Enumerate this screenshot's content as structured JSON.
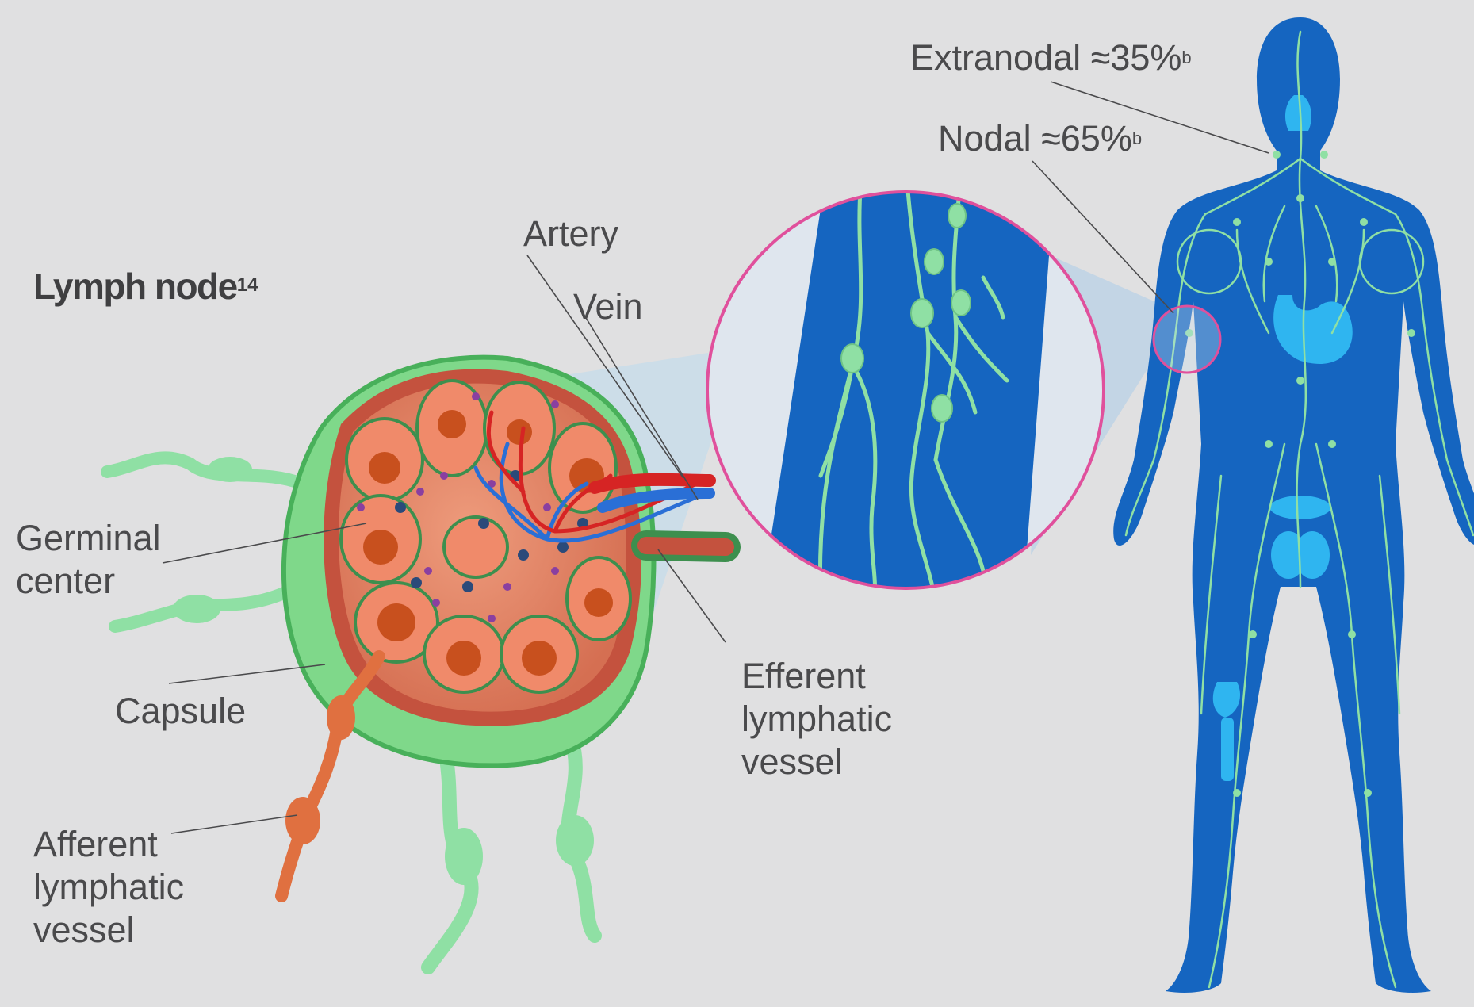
{
  "title": {
    "text": "Lymph node",
    "ref": "14"
  },
  "labels": {
    "artery": "Artery",
    "vein": "Vein",
    "germinal_center": [
      "Germinal",
      "center"
    ],
    "capsule": "Capsule",
    "efferent": [
      "Efferent",
      "lymphatic",
      "vessel"
    ],
    "afferent": [
      "Afferent",
      "lymphatic",
      "vessel"
    ]
  },
  "stats": {
    "extranodal": {
      "label": "Extranodal ≈35%",
      "note": "b"
    },
    "nodal": {
      "label": "Nodal ≈65%",
      "note": "b"
    }
  },
  "colors": {
    "background": "#e0e0e1",
    "body_blue": "#1565c0",
    "lymph_green": "#8fe0a4",
    "capsule_green": "#5cc86c",
    "node_red": "#c45a3e",
    "artery_red": "#d62424",
    "vein_blue": "#2a6fd6",
    "magnifier_ring": "#e0509c",
    "organ_cyan": "#2fb5f0"
  }
}
